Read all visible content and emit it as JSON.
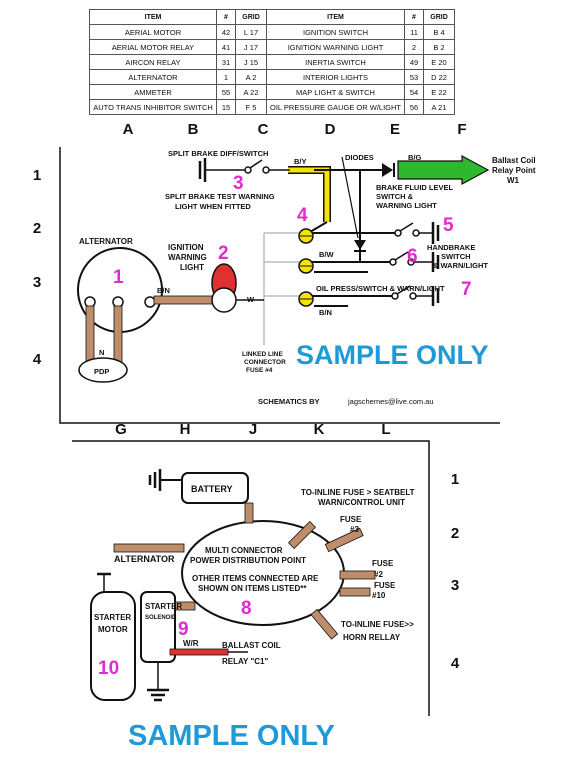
{
  "legend": {
    "headers": [
      "ITEM",
      "#",
      "GRID",
      "ITEM",
      "#",
      "GRID"
    ],
    "rows": [
      [
        "AERIAL MOTOR",
        "42",
        "L 17",
        "IGNITION SWITCH",
        "11",
        "B 4"
      ],
      [
        "AERIAL MOTOR RELAY",
        "41",
        "J 17",
        "IGNITION WARNING LIGHT",
        "2",
        "B 2"
      ],
      [
        "AIRCON RELAY",
        "31",
        "J 15",
        "INERTIA SWITCH",
        "49",
        "E 20"
      ],
      [
        "ALTERNATOR",
        "1",
        "A 2",
        "INTERIOR LIGHTS",
        "53",
        "D 22"
      ],
      [
        "AMMETER",
        "55",
        "A 22",
        "MAP LIGHT & SWITCH",
        "54",
        "E 22"
      ],
      [
        "AUTO TRANS INHIBITOR SWITCH",
        "15",
        "F 5",
        "OIL PRESSURE GAUGE OR W/LIGHT",
        "56",
        "A 21"
      ]
    ]
  },
  "top_grid": {
    "cols": [
      "A",
      "B",
      "C",
      "D",
      "E",
      "F"
    ],
    "rows": [
      "1",
      "2",
      "3",
      "4"
    ]
  },
  "bottom_grid": {
    "cols": [
      "G",
      "H",
      "J",
      "K",
      "L"
    ],
    "rows": [
      "1",
      "2",
      "3",
      "4"
    ]
  },
  "top": {
    "split_brake_label": "SPLIT BRAKE DIFF/SWITCH",
    "by": "B/Y",
    "diodes": "DIODES",
    "bg": "B/G",
    "ballast_1": "Ballast Coil",
    "ballast_2": "Relay Point",
    "ballast_3": "W1",
    "brake_fluid_1": "BRAKE FLUID LEVEL",
    "brake_fluid_2": "SWITCH &",
    "brake_fluid_3": "WARNING LIGHT",
    "test_warning_1": "SPLIT BRAKE TEST WARNING",
    "test_warning_2": "LIGHT WHEN FITTED",
    "alternator": "ALTERNATOR",
    "ign_1": "IGNITION",
    "ign_2": "WARNING",
    "ign_3": "LIGHT",
    "bn": "B/N",
    "bw": "B/W",
    "w": "W",
    "bn2": "B/N",
    "handbrake_1": "HANDBRAKE",
    "handbrake_2": "SWITCH",
    "handbrake_3": "& WARN/LIGHT",
    "oil_press": "OIL PRESS/SWITCH & WARN/LIGHT",
    "n": "N",
    "pdp": "PDP",
    "linked_1": "LINKED LINE",
    "linked_2": "CONNECTOR",
    "linked_3": "FUSE #4",
    "sample": "SAMPLE ONLY",
    "schematics_by": "SCHEMATICS BY",
    "email": "jagschemes@live.com.au",
    "n1": "1",
    "n2": "2",
    "n3": "3",
    "n4": "4",
    "n5": "5",
    "n6": "6",
    "n7": "7"
  },
  "bottom": {
    "battery": "BATTERY",
    "seatbelt_1": "TO-INLINE FUSE > SEATBELT",
    "seatbelt_2": "WARN/CONTROL UNIT",
    "fuse3_1": "FUSE",
    "fuse3_2": "#3",
    "alternator": "ALTERNATOR",
    "mc_1": "MULTI CONNECTOR",
    "mc_2": "POWER DISTRIBUTION POINT",
    "mc_3": "OTHER ITEMS CONNECTED ARE",
    "mc_4": "SHOWN ON ITEMS LISTED**",
    "fuse2_1": "FUSE",
    "fuse2_2": "#2",
    "fuse10_1": "FUSE",
    "fuse10_2": "#10",
    "horn_1": "TO-INLINE FUSE>>",
    "horn_2": "HORN RELLAY",
    "starter": "STARTER",
    "solenoid": "SOLENOID",
    "starter_motor_1": "STARTER",
    "starter_motor_2": "MOTOR",
    "wr": "W/R",
    "ballast_1": "BALLAST COIL",
    "ballast_2": "RELAY \"C1\"",
    "n8": "8",
    "n9": "9",
    "n10": "10",
    "sample": "SAMPLE ONLY"
  },
  "colors": {
    "wire": "#c08d6a",
    "accent": "#e02bd0",
    "sample": "#1e9ad6",
    "yellow": "#f5e400",
    "green": "#2eb82e",
    "lamp": "#e03030"
  }
}
